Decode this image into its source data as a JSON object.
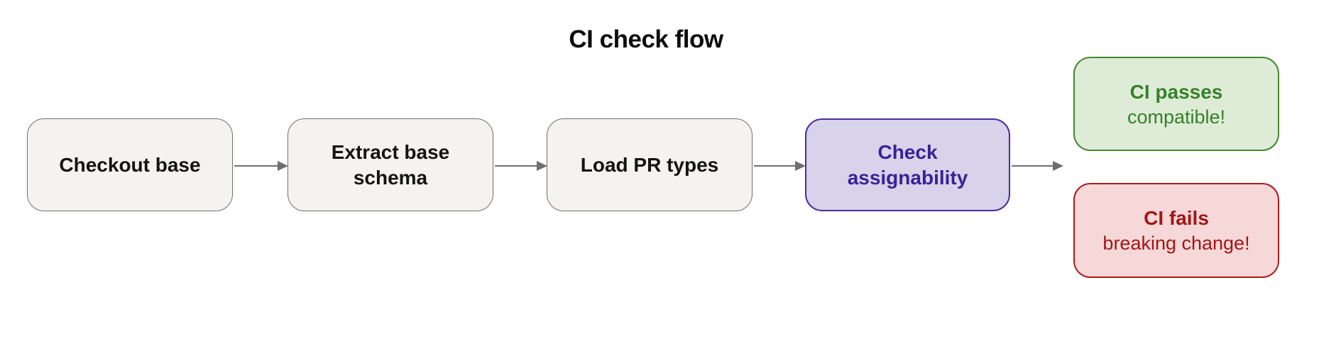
{
  "title": "CI check flow",
  "flow": {
    "steps": [
      {
        "id": "checkout-base",
        "label": "Checkout base",
        "variant": "default"
      },
      {
        "id": "extract-base-schema",
        "label": "Extract base\nschema",
        "variant": "default"
      },
      {
        "id": "load-pr-types",
        "label": "Load PR types",
        "variant": "default"
      },
      {
        "id": "check-assignability",
        "label": "Check\nassignability",
        "variant": "accent"
      }
    ],
    "outcomes": [
      {
        "id": "ci-passes",
        "label": "CI passes",
        "sublabel": "compatible!",
        "variant": "success"
      },
      {
        "id": "ci-fails",
        "label": "CI fails",
        "sublabel": "breaking change!",
        "variant": "failure"
      }
    ]
  },
  "colors": {
    "background": "#ffffff",
    "step_fill": "#f4f3f1",
    "step_border": "#6f6f6f",
    "step_text": "#131313",
    "accent_fill": "#d8d2ea",
    "accent_border": "#4a2e9e",
    "accent_text": "#372397",
    "success_fill": "#deecd7",
    "success_border": "#44882f",
    "success_text": "#37812a",
    "failure_fill": "#f7d8d8",
    "failure_border": "#a81c1c",
    "failure_text": "#a31616",
    "arrow": "#6f6f6f"
  }
}
